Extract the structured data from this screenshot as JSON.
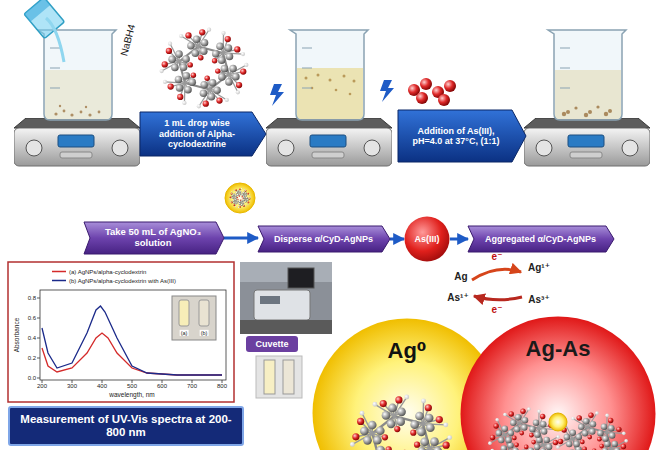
{
  "diagram": {
    "nodes": [
      {
        "text": [
          "1 mL drop wise addition of Alpha-cyclodextrine"
        ]
      },
      {
        "text": [
          "Addition of As(III), pH=4.0 at 37°C, (1:1)"
        ]
      },
      {
        "text": [
          "Take 50 mL of AgNO₃ solution"
        ]
      },
      {
        "text": [
          "Disperse α/CyD-AgNPs"
        ]
      },
      {
        "text": [
          "As(III)"
        ]
      },
      {
        "text": [
          "Aggregated α/CyD-AgNPs"
        ]
      },
      {
        "text": [
          "Cuvette"
        ]
      },
      {
        "text": [
          "Measurement of UV-Vis spectra at 200-800 nm"
        ]
      },
      {
        "text": [
          "Ag⁰"
        ]
      },
      {
        "text": [
          "Ag-As"
        ]
      }
    ],
    "edges": [
      {
        "from": 2,
        "to": 3,
        "arrow": "to"
      },
      {
        "from": 3,
        "to": 4,
        "arrow": "to"
      },
      {
        "from": 4,
        "to": 5,
        "arrow": "to"
      }
    ],
    "labels": [
      "NaBH4",
      "Absorbance",
      "wavelength, nm",
      "200",
      "300",
      "400",
      "500",
      "600",
      "700",
      "800",
      "0.0",
      "0.2",
      "0.4",
      "0.6",
      "0.8",
      "(a)",
      "(b)",
      "Ag",
      "Ag¹⁺",
      "e⁻",
      "e⁻",
      "As¹⁺",
      "As³⁺"
    ],
    "legend": [
      {
        "text": "(a) AgNPs/alpha-cyclodextrin"
      },
      {
        "text": "(b) AgNPs/alpha-cyclodextrin with As(III)"
      }
    ]
  }
}
